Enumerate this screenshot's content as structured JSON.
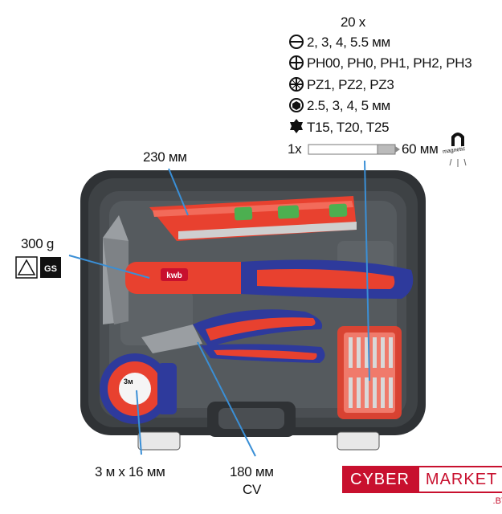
{
  "bits": {
    "count": "20 x",
    "slotted": "2, 3, 4, 5.5 мм",
    "phillips": "PH00, PH0, PH1, PH2, PH3",
    "pozidriv": "PZ1, PZ2, PZ3",
    "hex": "2.5, 3, 4, 5 мм",
    "torx": "T15, T20, T25"
  },
  "holder": {
    "count": "1x",
    "length": "60 мм",
    "magnetic_label": "magnetic"
  },
  "level": {
    "length": "230 мм"
  },
  "hammer": {
    "weight": "300 g",
    "brand": "kwb"
  },
  "tape": {
    "size": "3 м x 16 мм",
    "length_mark": "3м"
  },
  "pliers": {
    "size": "180 мм",
    "material": "CV"
  },
  "store_logo": {
    "part1": "CYBER",
    "part2": "MARKET",
    "suffix": ".BY"
  },
  "colors": {
    "red": "#e8412f",
    "blue": "#2e3a9c",
    "case": "#3a3d40",
    "accent": "#c8102e"
  }
}
